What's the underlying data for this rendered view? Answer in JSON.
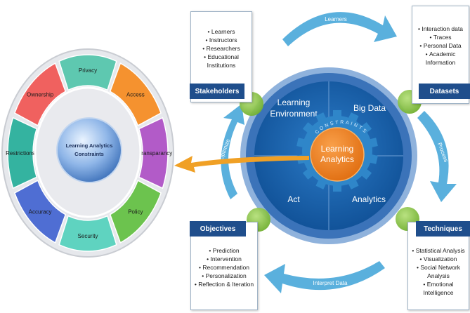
{
  "colors": {
    "outer_ring": "#3b73b9",
    "inner_disc": "#155ea8",
    "center_orange": "#f07f1e",
    "dark_label": "#1f4e8c",
    "green_node": "#8cc63f",
    "arrow_blue": "#5ab0dd",
    "arrow_orange": "#f0a025"
  },
  "constraints_wheel": {
    "center_label": "Learning Analytics Constraints",
    "segments": [
      {
        "label": "Privacy",
        "color": "#5ec8b0"
      },
      {
        "label": "Access",
        "color": "#f5922f"
      },
      {
        "label": "Transparancy",
        "color": "#b25bc8"
      },
      {
        "label": "Policy",
        "color": "#6cc34e"
      },
      {
        "label": "Security",
        "color": "#5fd3c0"
      },
      {
        "label": "Accuracy",
        "color": "#4f6ed3"
      },
      {
        "label": "Restrictions",
        "color": "#34b3a0"
      },
      {
        "label": "Ownership",
        "color": "#f0615f"
      }
    ]
  },
  "cycle": {
    "quadrants": {
      "learning_environment": "Learning Environment",
      "big_data": "Big Data",
      "act": "Act",
      "analytics": "Analytics"
    },
    "center_label": "Learning Analytics",
    "gear_text": "CONSTRAINTS",
    "arrows": {
      "top": "Learners",
      "right": "Process",
      "bottom": "Interpret Data",
      "left": "Optimize"
    }
  },
  "boxes": {
    "stakeholders": {
      "title": "Stakeholders",
      "items": [
        "Learners",
        "Instructors",
        "Researchers",
        "Educational Institutions"
      ]
    },
    "datasets": {
      "title": "Datasets",
      "items": [
        "Interaction data",
        "Traces",
        "Personal Data",
        "Academic Information"
      ]
    },
    "objectives": {
      "title": "Objectives",
      "items": [
        "Prediction",
        "Intervention",
        "Recommendation",
        "Personalization",
        "Reflection & Iteration"
      ]
    },
    "techniques": {
      "title": "Techniques",
      "items": [
        "Statistical Analysis",
        "Visualization",
        "Social Network Analysis",
        "Emotional Intelligence"
      ]
    }
  }
}
